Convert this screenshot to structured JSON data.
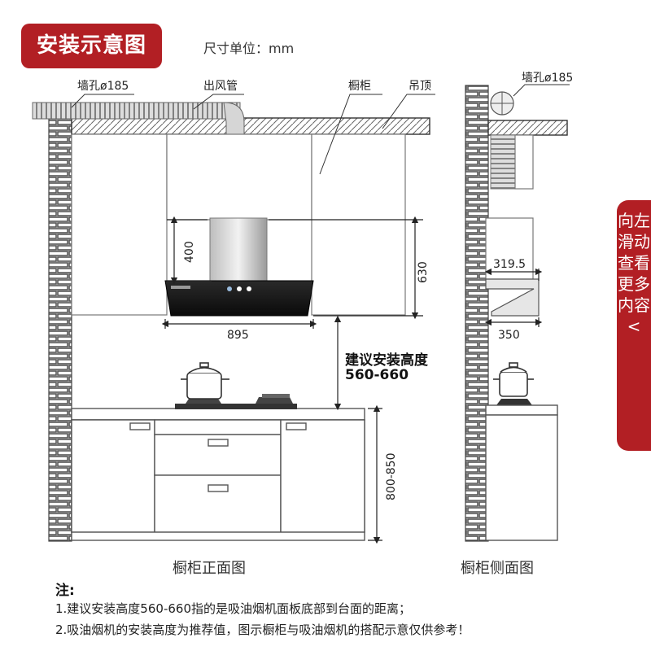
{
  "title_badge": "安装示意图",
  "unit_label": "尺寸单位：mm",
  "labels": {
    "wall_hole_front": "墙孔ø185",
    "duct": "出风管",
    "cabinet": "橱柜",
    "ceiling": "吊顶",
    "wall_hole_side": "墙孔ø185"
  },
  "dimensions": {
    "hood_height": "400",
    "hood_width": "895",
    "cabinet_gap": "630",
    "counter_height": "800-850",
    "side_depth": "319.5",
    "side_width": "350"
  },
  "install_height": {
    "line1": "建议安装高度",
    "line2": "560-660"
  },
  "captions": {
    "front": "橱柜正面图",
    "side": "橱柜侧面图"
  },
  "notes": {
    "title": "注:",
    "items": [
      "1.建议安装高度560-660指的是吸油烟机面板底部到台面的距离；",
      "2.吸油烟机的安装高度为推荐值，图示橱柜与吸油烟机的搭配示意仅供参考！"
    ]
  },
  "side_tab": "向左滑动查看更多内容 <",
  "colors": {
    "accent": "#b21f24",
    "line": "#333333",
    "brick": "#555555"
  }
}
